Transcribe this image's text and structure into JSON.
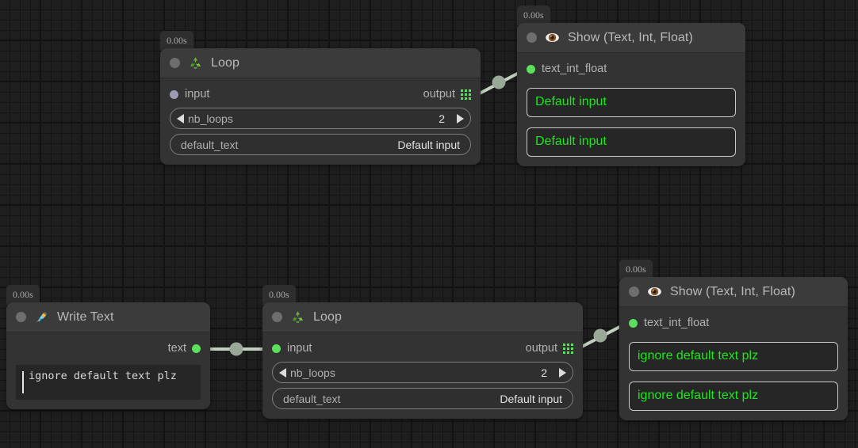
{
  "canvas": {
    "background_color": "#1e1e1e",
    "grid_minor_color": "#141414",
    "grid_major_color": "#101010",
    "accent_green": "#5ae05a",
    "display_text_green": "#1de81d",
    "edge_color": "#c3cfc0"
  },
  "nodes": [
    {
      "id": "loop-top",
      "timestamp": "0.00s",
      "title": "Loop",
      "icon": "recycle-icon",
      "input_port": {
        "label": "input",
        "color": "lilac"
      },
      "output_port": {
        "label": "output",
        "glyph": "list-grid-icon"
      },
      "params": [
        {
          "type": "stepper",
          "name": "nb_loops",
          "value": "2"
        },
        {
          "type": "field",
          "name": "default_text",
          "value": "Default input"
        }
      ]
    },
    {
      "id": "show-top",
      "timestamp": "0.00s",
      "title": "Show (Text, Int, Float)",
      "icon": "eye-icon",
      "input_port": {
        "label": "text_int_float",
        "color": "green"
      },
      "displays": [
        "Default input",
        "Default input"
      ]
    },
    {
      "id": "write-text",
      "timestamp": "0.00s",
      "title": "Write Text",
      "icon": "pen-icon",
      "output_port": {
        "label": "text",
        "color": "green"
      },
      "editor_text": "ignore default text plz"
    },
    {
      "id": "loop-bottom",
      "timestamp": "0.00s",
      "title": "Loop",
      "icon": "recycle-icon",
      "input_port": {
        "label": "input",
        "color": "green"
      },
      "output_port": {
        "label": "output",
        "glyph": "list-grid-icon"
      },
      "params": [
        {
          "type": "stepper",
          "name": "nb_loops",
          "value": "2"
        },
        {
          "type": "field",
          "name": "default_text",
          "value": "Default input"
        }
      ]
    },
    {
      "id": "show-bottom",
      "timestamp": "0.00s",
      "title": "Show (Text, Int, Float)",
      "icon": "eye-icon",
      "input_port": {
        "label": "text_int_float",
        "color": "green"
      },
      "displays": [
        "ignore default text plz",
        "ignore default text plz"
      ]
    }
  ],
  "edges": [
    {
      "from": "loop-top.output",
      "to": "show-top.text_int_float"
    },
    {
      "from": "write-text.text",
      "to": "loop-bottom.input"
    },
    {
      "from": "loop-bottom.output",
      "to": "show-bottom.text_int_float"
    }
  ]
}
